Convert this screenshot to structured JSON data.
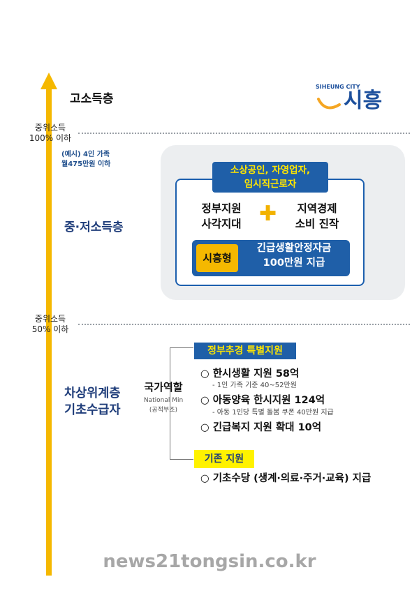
{
  "top_tier": "고소득층",
  "logo": {
    "brand_en": "SIHEUNG CITY",
    "brand_ko": "시흥",
    "colors": [
      "#f5a623",
      "#1c4f9c"
    ]
  },
  "line1": {
    "label1": "중위소득",
    "label2": "100% 이하"
  },
  "example": {
    "line1": "(예시) 4인 가족",
    "line2": "월475만원 이하"
  },
  "middle_tier": "중·저소득층",
  "panel": {
    "header_line1": "소상공인, 자영업자,",
    "header_line2": "임시직근로자",
    "left_line1": "정부지원",
    "left_line2": "사각지대",
    "plus": "✚",
    "right_line1": "지역경제",
    "right_line2": "소비 진작",
    "badge": "시흥형",
    "bar_line1": "긴급생활안정자금",
    "bar_line2": "100만원 지급"
  },
  "line2": {
    "label1": "중위소득",
    "label2": "50% 이하"
  },
  "low_tier": {
    "line1": "차상위계층",
    "line2": "기초수급자"
  },
  "national": {
    "title": "국가역할",
    "en": "National Min",
    "paren": "(공적부조)"
  },
  "gov_tag": "정부추경 특별지원",
  "items": [
    {
      "text": "○ 한시생활 지원 58억",
      "sub": "- 1인 가족 기준 40~52만원"
    },
    {
      "text": "○ 아동양육 한시지원 124억",
      "sub": "- 아동 1인당 특별 돌봄 쿠폰 40만원 지급"
    },
    {
      "text": "○ 긴급복지 지원 확대 10억",
      "sub": ""
    }
  ],
  "existing_tag": "기존 지원",
  "existing_item": "○ 기초수당 (생계·의료·주거·교육) 지급",
  "watermark": "news21tongsin.co.kr",
  "accent_colors": {
    "yellow": "#f5b800",
    "blue": "#1f5fa8",
    "navy": "#1f3d7a"
  }
}
